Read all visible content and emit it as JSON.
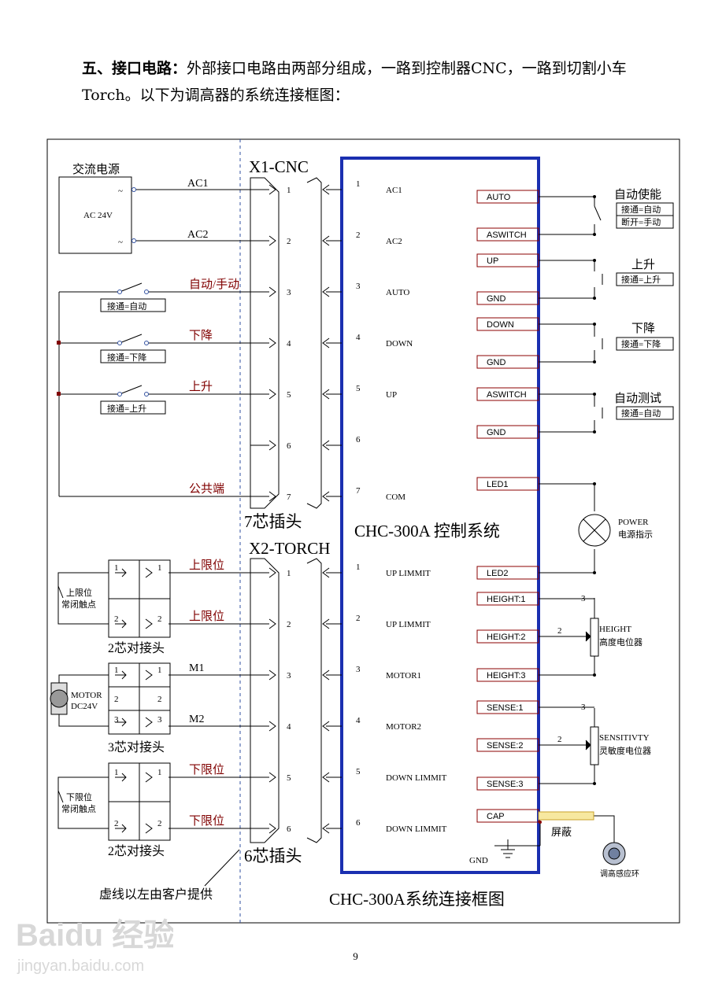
{
  "intro": {
    "heading": "五、接口电路：",
    "text": "外部接口电路由两部分组成，一路到控制器CNC，一路到切割小车Torch。以下为调高器的系统连接框图："
  },
  "left": {
    "power_title": "交流电源",
    "power_label": "AC 24V",
    "tilde": "~",
    "ac1": "AC1",
    "ac2": "AC2",
    "auto_manual": "自动/手动",
    "down": "下降",
    "up": "上升",
    "common": "公共端",
    "box_auto": "接通=自动",
    "box_down": "接通=下降",
    "box_up": "接通=上升",
    "upper_limit": "上限位",
    "lower_limit": "下限位",
    "upper_nc": [
      "上限位",
      "常闭触点"
    ],
    "lower_nc": [
      "下限位",
      "常闭触点"
    ],
    "m1": "M1",
    "m2": "M2",
    "motor": [
      "MOTOR",
      "DC24V"
    ],
    "conn2_label": "2芯对接头",
    "conn3_label": "3芯对接头",
    "conn2b_label": "2芯对接头",
    "customer_note": "虚线以左由客户提供"
  },
  "plugs": {
    "x1_title": "X1-CNC",
    "x1_caption": "7芯插头",
    "x1_pins": [
      "1",
      "2",
      "3",
      "4",
      "5",
      "6",
      "7"
    ],
    "x2_title": "X2-TORCH",
    "x2_caption": "6芯插头",
    "x2_pins": [
      "1",
      "2",
      "3",
      "4",
      "5",
      "6"
    ]
  },
  "controller": {
    "title": "CHC-300A 控制系统",
    "x1_signals": [
      "AC1",
      "AC2",
      "AUTO",
      "DOWN",
      "UP",
      "",
      "COM"
    ],
    "x2_signals": [
      "UP LIMMIT",
      "UP LIMMIT",
      "MOTOR1",
      "MOTOR2",
      "DOWN LIMMIT",
      "DOWN LIMMIT"
    ],
    "right_terminals": [
      "AUTO",
      "ASWITCH",
      "UP",
      "GND",
      "DOWN",
      "GND",
      "ASWITCH",
      "GND",
      "LED1",
      "LED2",
      "HEIGHT:1",
      "HEIGHT:2",
      "HEIGHT:3",
      "SENSE:1",
      "SENSE:2",
      "SENSE:3",
      "CAP"
    ],
    "gnd": "GND"
  },
  "right": {
    "auto_enable": "自动使能",
    "auto_on": "接通=自动",
    "auto_off": "断开=手动",
    "up": "上升",
    "up_box": "接通=上升",
    "down": "下降",
    "down_box": "接通=下降",
    "auto_test": "自动测试",
    "auto_test_box": "接通=自动",
    "power": "POWER",
    "power_cn": "电源指示",
    "height": "HEIGHT",
    "height_cn": "高度电位器",
    "sens": "SENSITIVTY",
    "sens_cn": "灵敏度电位器",
    "pin2": "2",
    "pin3": "3",
    "shield": "屏蔽",
    "ring": "调高感应环"
  },
  "caption": "CHC-300A系统连接框图",
  "page_number": "9",
  "watermark": {
    "brand": "Baidu 经验",
    "url": "jingyan.baidu.com"
  }
}
